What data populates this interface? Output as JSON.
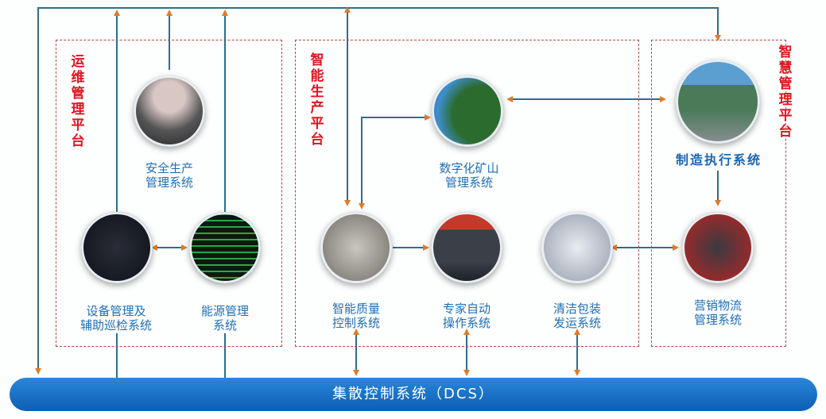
{
  "platforms": {
    "ops": "运维管理平台",
    "production": "智能生产平台",
    "management": "智慧管理平台"
  },
  "nodes": {
    "safety": [
      "安全生产",
      "管理系统"
    ],
    "equipment": [
      "设备管理及",
      "辅助巡检系统"
    ],
    "energy": [
      "能源管理",
      "系统"
    ],
    "mine": [
      "数字化矿山",
      "管理系统"
    ],
    "quality": [
      "智能质量",
      "控制系统"
    ],
    "expert": [
      "专家自动",
      "操作系统"
    ],
    "packaging": [
      "清洁包装",
      "发运系统"
    ],
    "mes": "制造执行系统",
    "logistics": [
      "营销物流",
      "管理系统"
    ]
  },
  "dcs": "集散控制系统（DCS）",
  "colors": {
    "line": "#2e6f8a",
    "arrow": "#e07b26",
    "platform": "#e0141e",
    "label": "#1f6fb5",
    "dcs": "#1565c0"
  }
}
